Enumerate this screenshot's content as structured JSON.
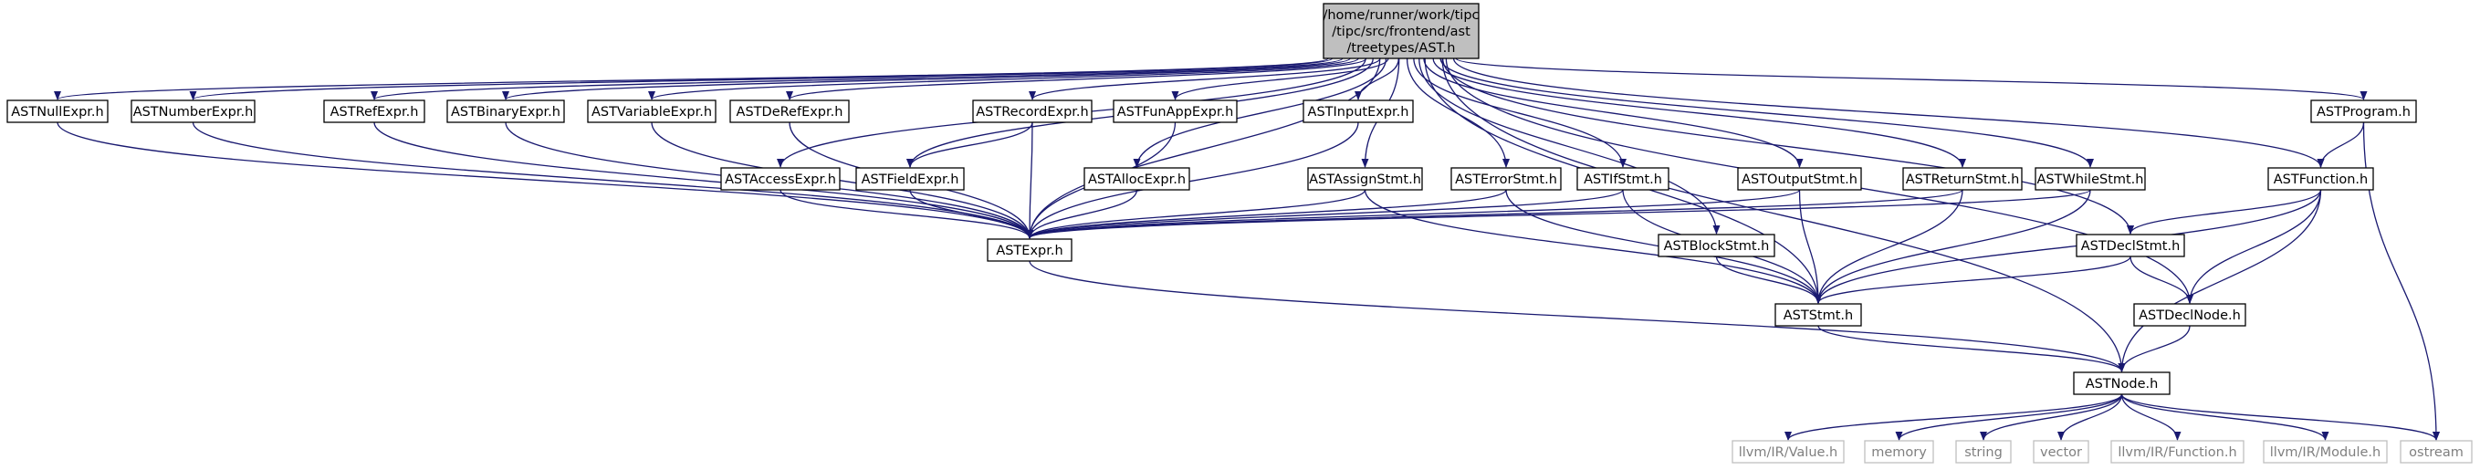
{
  "colors": {
    "edge": "#191970",
    "root_fill": "#bfbfbf",
    "node_border": "#000000",
    "external_border": "#bfbfbf",
    "background": "#ffffff"
  },
  "graph": {
    "nodes": [
      {
        "id": "root",
        "label_lines": [
          "/home/runner/work/tipc",
          "/tipc/src/frontend/ast",
          "/treetypes/AST.h"
        ],
        "kind": "root"
      },
      {
        "id": "ASTNullExpr",
        "label_lines": [
          "ASTNullExpr.h"
        ],
        "kind": "header"
      },
      {
        "id": "ASTNumberExpr",
        "label_lines": [
          "ASTNumberExpr.h"
        ],
        "kind": "header"
      },
      {
        "id": "ASTRefExpr",
        "label_lines": [
          "ASTRefExpr.h"
        ],
        "kind": "header"
      },
      {
        "id": "ASTBinaryExpr",
        "label_lines": [
          "ASTBinaryExpr.h"
        ],
        "kind": "header"
      },
      {
        "id": "ASTVariableExpr",
        "label_lines": [
          "ASTVariableExpr.h"
        ],
        "kind": "header"
      },
      {
        "id": "ASTDeRefExpr",
        "label_lines": [
          "ASTDeRefExpr.h"
        ],
        "kind": "header"
      },
      {
        "id": "ASTRecordExpr",
        "label_lines": [
          "ASTRecordExpr.h"
        ],
        "kind": "header"
      },
      {
        "id": "ASTFunAppExpr",
        "label_lines": [
          "ASTFunAppExpr.h"
        ],
        "kind": "header"
      },
      {
        "id": "ASTInputExpr",
        "label_lines": [
          "ASTInputExpr.h"
        ],
        "kind": "header"
      },
      {
        "id": "ASTProgram",
        "label_lines": [
          "ASTProgram.h"
        ],
        "kind": "header"
      },
      {
        "id": "ASTAccessExpr",
        "label_lines": [
          "ASTAccessExpr.h"
        ],
        "kind": "header"
      },
      {
        "id": "ASTFieldExpr",
        "label_lines": [
          "ASTFieldExpr.h"
        ],
        "kind": "header"
      },
      {
        "id": "ASTAllocExpr",
        "label_lines": [
          "ASTAllocExpr.h"
        ],
        "kind": "header"
      },
      {
        "id": "ASTAssignStmt",
        "label_lines": [
          "ASTAssignStmt.h"
        ],
        "kind": "header"
      },
      {
        "id": "ASTErrorStmt",
        "label_lines": [
          "ASTErrorStmt.h"
        ],
        "kind": "header"
      },
      {
        "id": "ASTIfStmt",
        "label_lines": [
          "ASTIfStmt.h"
        ],
        "kind": "header"
      },
      {
        "id": "ASTOutputStmt",
        "label_lines": [
          "ASTOutputStmt.h"
        ],
        "kind": "header"
      },
      {
        "id": "ASTReturnStmt",
        "label_lines": [
          "ASTReturnStmt.h"
        ],
        "kind": "header"
      },
      {
        "id": "ASTWhileStmt",
        "label_lines": [
          "ASTWhileStmt.h"
        ],
        "kind": "header"
      },
      {
        "id": "ASTFunction",
        "label_lines": [
          "ASTFunction.h"
        ],
        "kind": "header"
      },
      {
        "id": "ASTExpr",
        "label_lines": [
          "ASTExpr.h"
        ],
        "kind": "header"
      },
      {
        "id": "ASTBlockStmt",
        "label_lines": [
          "ASTBlockStmt.h"
        ],
        "kind": "header"
      },
      {
        "id": "ASTDeclStmt",
        "label_lines": [
          "ASTDeclStmt.h"
        ],
        "kind": "header"
      },
      {
        "id": "ASTStmt",
        "label_lines": [
          "ASTStmt.h"
        ],
        "kind": "header"
      },
      {
        "id": "ASTDeclNode",
        "label_lines": [
          "ASTDeclNode.h"
        ],
        "kind": "header"
      },
      {
        "id": "ASTNode",
        "label_lines": [
          "ASTNode.h"
        ],
        "kind": "header"
      },
      {
        "id": "llvmValue",
        "label_lines": [
          "llvm/IR/Value.h"
        ],
        "kind": "external"
      },
      {
        "id": "memory",
        "label_lines": [
          "memory"
        ],
        "kind": "external"
      },
      {
        "id": "string",
        "label_lines": [
          "string"
        ],
        "kind": "external"
      },
      {
        "id": "vector",
        "label_lines": [
          "vector"
        ],
        "kind": "external"
      },
      {
        "id": "llvmFunction",
        "label_lines": [
          "llvm/IR/Function.h"
        ],
        "kind": "external"
      },
      {
        "id": "llvmModule",
        "label_lines": [
          "llvm/IR/Module.h"
        ],
        "kind": "external"
      },
      {
        "id": "ostream",
        "label_lines": [
          "ostream"
        ],
        "kind": "external"
      }
    ],
    "edges": [
      [
        "root",
        "ASTNullExpr"
      ],
      [
        "root",
        "ASTNumberExpr"
      ],
      [
        "root",
        "ASTRefExpr"
      ],
      [
        "root",
        "ASTBinaryExpr"
      ],
      [
        "root",
        "ASTVariableExpr"
      ],
      [
        "root",
        "ASTDeRefExpr"
      ],
      [
        "root",
        "ASTRecordExpr"
      ],
      [
        "root",
        "ASTFunAppExpr"
      ],
      [
        "root",
        "ASTInputExpr"
      ],
      [
        "root",
        "ASTProgram"
      ],
      [
        "root",
        "ASTAccessExpr"
      ],
      [
        "root",
        "ASTFieldExpr"
      ],
      [
        "root",
        "ASTAllocExpr"
      ],
      [
        "root",
        "ASTAssignStmt"
      ],
      [
        "root",
        "ASTErrorStmt"
      ],
      [
        "root",
        "ASTIfStmt"
      ],
      [
        "root",
        "ASTOutputStmt"
      ],
      [
        "root",
        "ASTReturnStmt"
      ],
      [
        "root",
        "ASTWhileStmt"
      ],
      [
        "root",
        "ASTFunction"
      ],
      [
        "root",
        "ASTExpr"
      ],
      [
        "root",
        "ASTBlockStmt"
      ],
      [
        "root",
        "ASTDeclStmt"
      ],
      [
        "root",
        "ASTStmt"
      ],
      [
        "root",
        "ASTDeclNode"
      ],
      [
        "root",
        "ASTNode"
      ],
      [
        "ASTNullExpr",
        "ASTExpr"
      ],
      [
        "ASTNumberExpr",
        "ASTExpr"
      ],
      [
        "ASTRefExpr",
        "ASTExpr"
      ],
      [
        "ASTBinaryExpr",
        "ASTExpr"
      ],
      [
        "ASTVariableExpr",
        "ASTExpr"
      ],
      [
        "ASTDeRefExpr",
        "ASTExpr"
      ],
      [
        "ASTRecordExpr",
        "ASTExpr"
      ],
      [
        "ASTRecordExpr",
        "ASTFieldExpr"
      ],
      [
        "ASTFunAppExpr",
        "ASTExpr"
      ],
      [
        "ASTInputExpr",
        "ASTExpr"
      ],
      [
        "ASTAccessExpr",
        "ASTExpr"
      ],
      [
        "ASTFieldExpr",
        "ASTExpr"
      ],
      [
        "ASTAllocExpr",
        "ASTExpr"
      ],
      [
        "ASTAssignStmt",
        "ASTExpr"
      ],
      [
        "ASTAssignStmt",
        "ASTStmt"
      ],
      [
        "ASTErrorStmt",
        "ASTExpr"
      ],
      [
        "ASTErrorStmt",
        "ASTStmt"
      ],
      [
        "ASTIfStmt",
        "ASTExpr"
      ],
      [
        "ASTIfStmt",
        "ASTStmt"
      ],
      [
        "ASTOutputStmt",
        "ASTExpr"
      ],
      [
        "ASTOutputStmt",
        "ASTStmt"
      ],
      [
        "ASTReturnStmt",
        "ASTExpr"
      ],
      [
        "ASTReturnStmt",
        "ASTStmt"
      ],
      [
        "ASTWhileStmt",
        "ASTExpr"
      ],
      [
        "ASTWhileStmt",
        "ASTStmt"
      ],
      [
        "ASTBlockStmt",
        "ASTStmt"
      ],
      [
        "ASTProgram",
        "ASTFunction"
      ],
      [
        "ASTProgram",
        "ostream"
      ],
      [
        "ASTFunction",
        "ASTDeclStmt"
      ],
      [
        "ASTFunction",
        "ASTStmt"
      ],
      [
        "ASTFunction",
        "ASTDeclNode"
      ],
      [
        "ASTFunction",
        "ASTNode"
      ],
      [
        "ASTDeclStmt",
        "ASTStmt"
      ],
      [
        "ASTDeclStmt",
        "ASTDeclNode"
      ],
      [
        "ASTDeclNode",
        "ASTNode"
      ],
      [
        "ASTExpr",
        "ASTNode"
      ],
      [
        "ASTStmt",
        "ASTNode"
      ],
      [
        "ASTNode",
        "llvmValue"
      ],
      [
        "ASTNode",
        "memory"
      ],
      [
        "ASTNode",
        "string"
      ],
      [
        "ASTNode",
        "vector"
      ],
      [
        "ASTNode",
        "llvmFunction"
      ],
      [
        "ASTNode",
        "llvmModule"
      ],
      [
        "ASTNode",
        "ostream"
      ]
    ]
  }
}
